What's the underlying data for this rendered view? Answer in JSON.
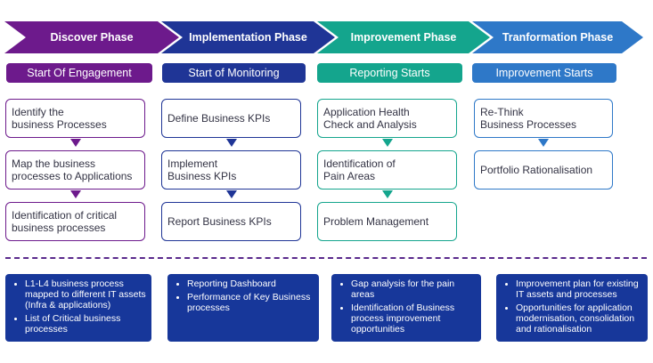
{
  "colors": {
    "discover": "#6d1a8c",
    "implementation": "#1f3596",
    "improvement": "#14a58d",
    "transformation": "#2e78c8",
    "summary_bg": "#17379a",
    "divider": "#5a2a8c"
  },
  "phases": [
    {
      "title": "Discover Phase",
      "start": "Start Of Engagement",
      "steps": [
        "Identify the\nbusiness Processes",
        "Map the business\nprocesses to Applications",
        "Identification of critical\nbusiness processes"
      ],
      "summary": [
        "L1-L4 business process mapped to different IT assets (Infra & applications)",
        "List of Critical business processes"
      ]
    },
    {
      "title": "Implementation Phase",
      "start": "Start of Monitoring",
      "steps": [
        "Define Business KPIs",
        "Implement\nBusiness KPIs",
        "Report Business KPIs"
      ],
      "summary": [
        "Reporting Dashboard",
        "Performance of Key Business processes"
      ]
    },
    {
      "title": "Improvement Phase",
      "start": "Reporting Starts",
      "steps": [
        "Application Health\nCheck and Analysis",
        "Identification of\nPain Areas",
        "Problem Management"
      ],
      "summary": [
        "Gap analysis for the pain areas",
        "Identification of Business process improvement opportunities"
      ]
    },
    {
      "title": "Tranformation Phase",
      "start": "Improvement Starts",
      "steps": [
        "Re-Think\nBusiness Processes",
        "Portfolio Rationalisation"
      ],
      "summary": [
        "Improvement plan for existing IT assets and processes",
        "Opportunities for application modernisation, consolidation and rationalisation"
      ]
    }
  ]
}
